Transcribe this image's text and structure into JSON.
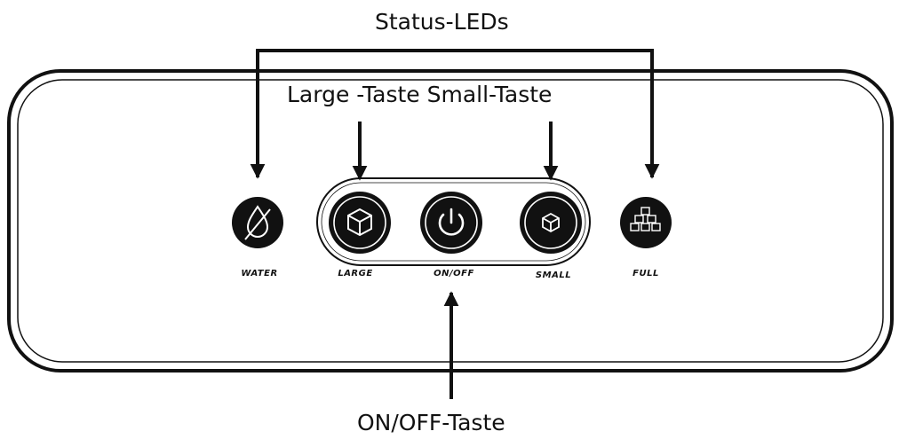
{
  "callouts": {
    "status_leds": "Status-LEDs",
    "large_small_taste": "Large -Taste Small-Taste",
    "on_off_taste": "ON/OFF-Taste"
  },
  "captions": {
    "water": "WATER",
    "large": "LARGE",
    "on_off": "ON/OFF",
    "small": "SMALL",
    "full": "FULL"
  },
  "icons": {
    "water": "water-drop-icon",
    "large": "large-ice-cube-icon",
    "on_off": "power-icon",
    "small": "small-ice-cube-icon",
    "full": "ice-full-icon"
  },
  "colors": {
    "ink": "#111111",
    "panel_bg": "#ffffff"
  }
}
